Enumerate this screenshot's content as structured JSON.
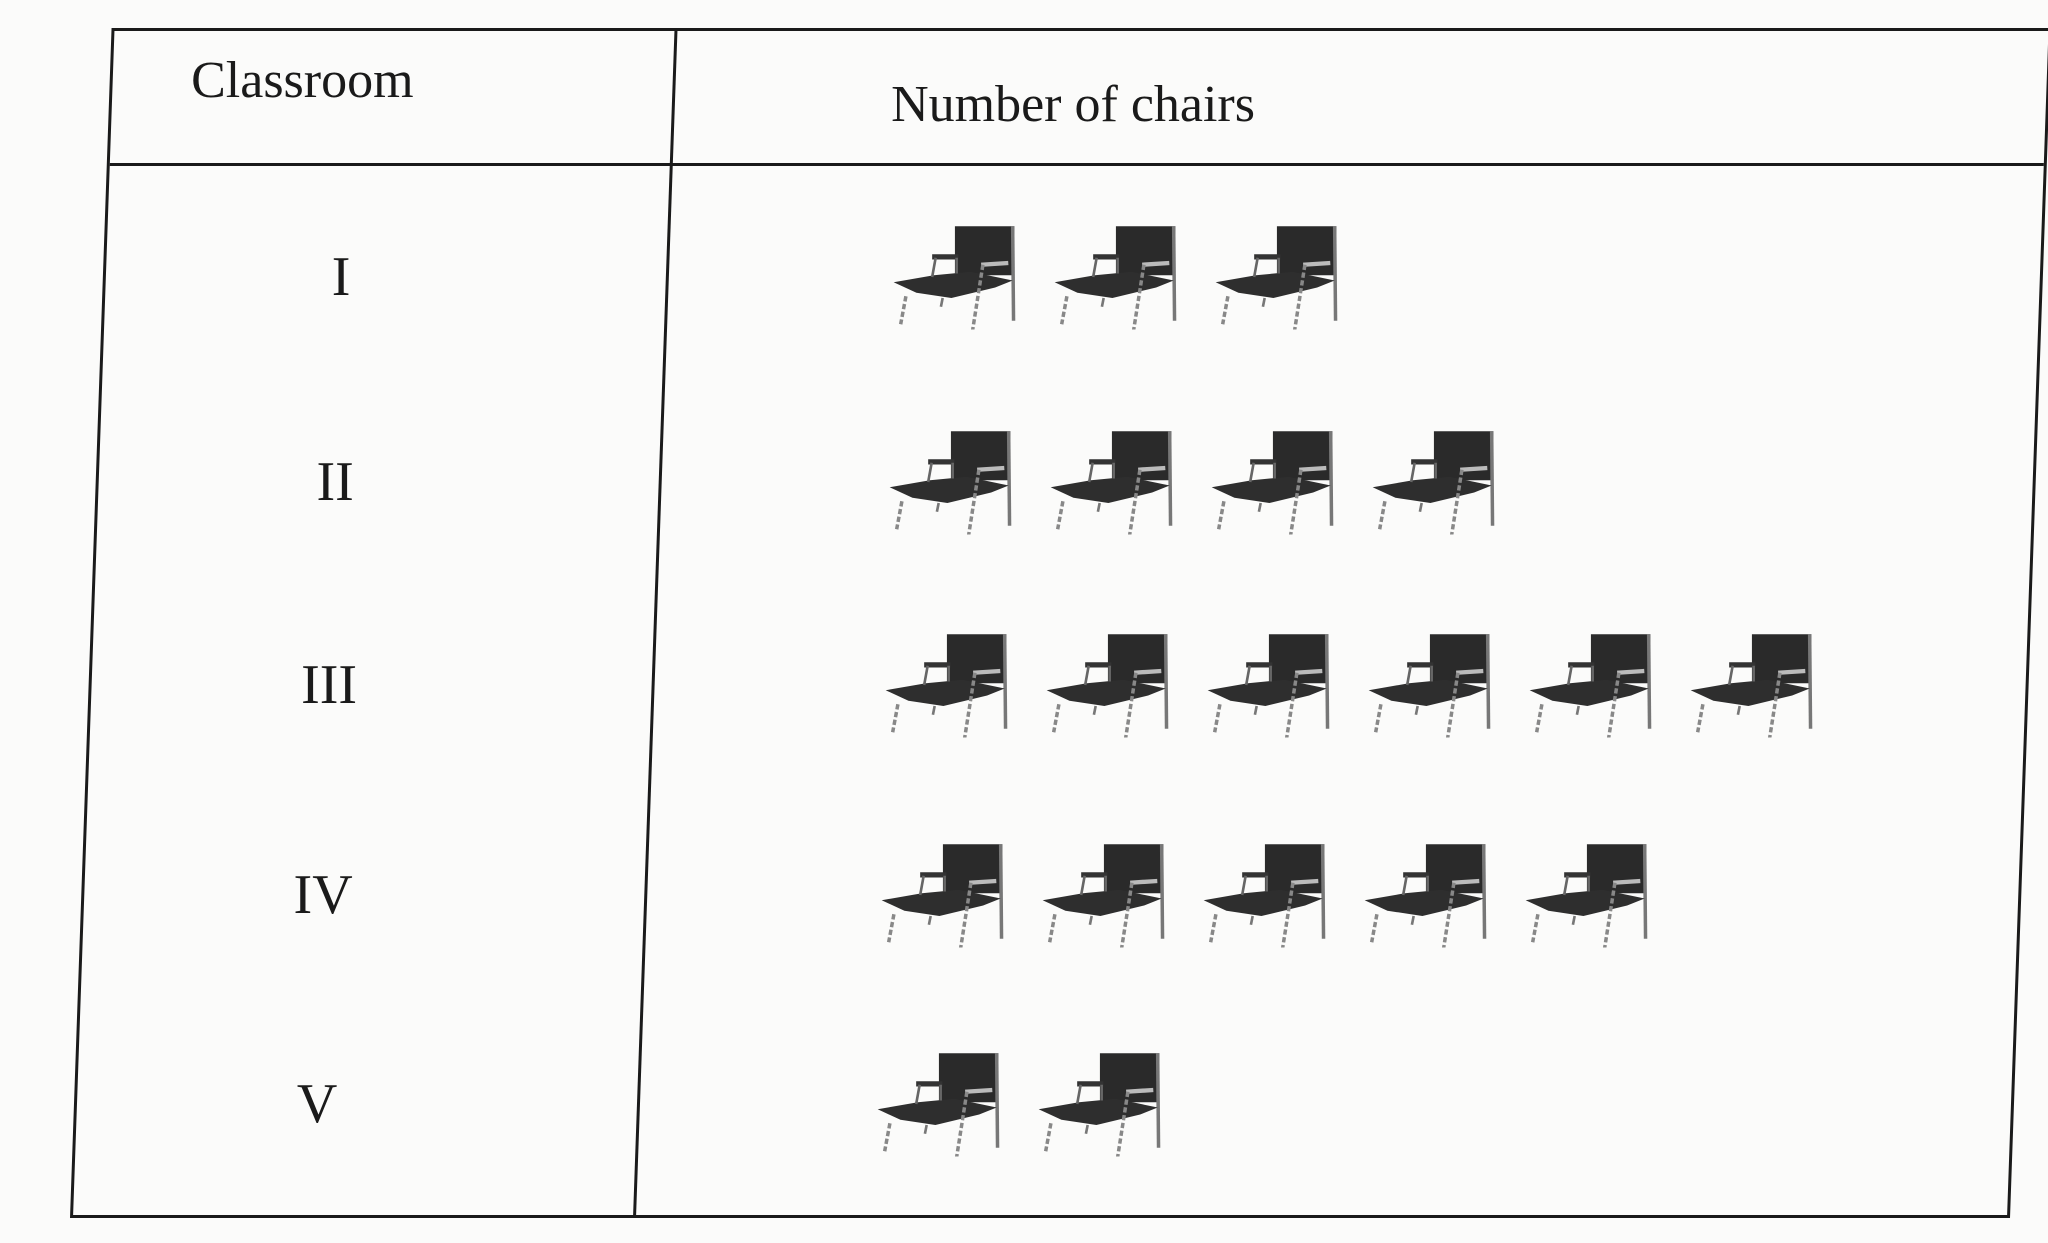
{
  "header": {
    "col1": "Classroom",
    "col2": "Number of chairs"
  },
  "chart_data": {
    "type": "bar",
    "categories": [
      "I",
      "II",
      "III",
      "IV",
      "V"
    ],
    "values": [
      3,
      4,
      6,
      5,
      2
    ],
    "xlabel": "Classroom",
    "ylabel": "Number of chairs",
    "icon": "chair-icon"
  }
}
